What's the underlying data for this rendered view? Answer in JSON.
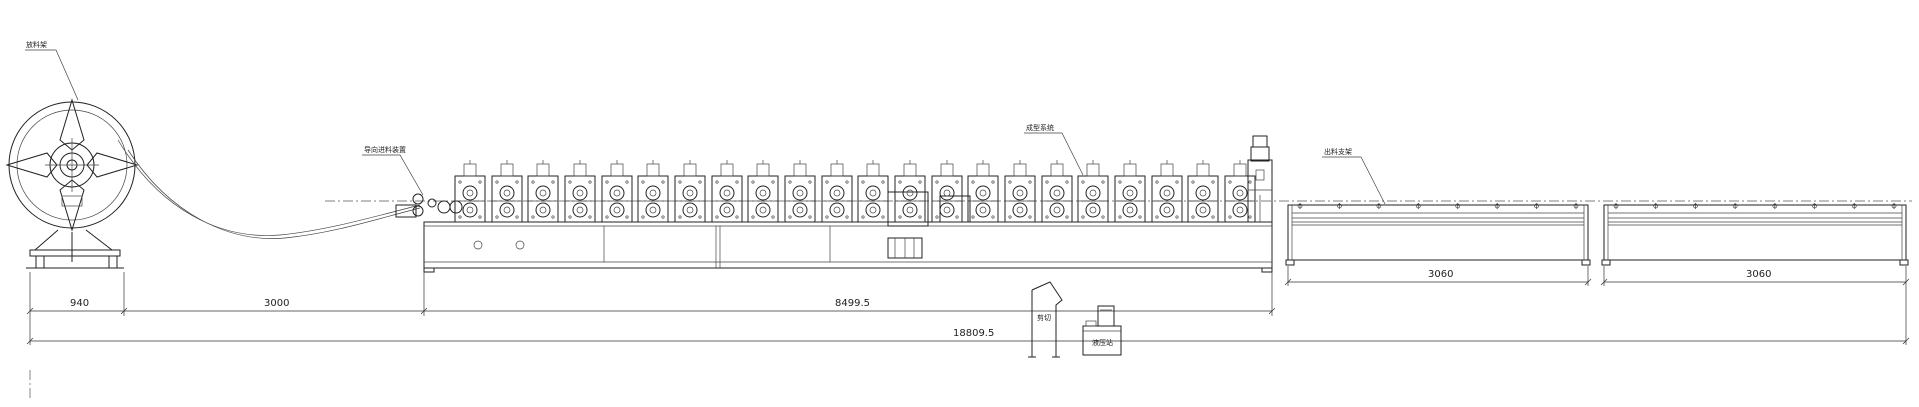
{
  "labels": {
    "decoiler": "放料架",
    "feeding_guide": "导向进料装置",
    "forming_system": "成型系统",
    "output_table": "出料支架",
    "cutting": "剪切",
    "hydraulic_station": "液压站"
  },
  "dimensions": {
    "d1": "940",
    "d2": "3000",
    "d3": "8499.5",
    "d4": "3060",
    "d5": "3060",
    "total": "18809.5"
  },
  "stands_count": 22
}
